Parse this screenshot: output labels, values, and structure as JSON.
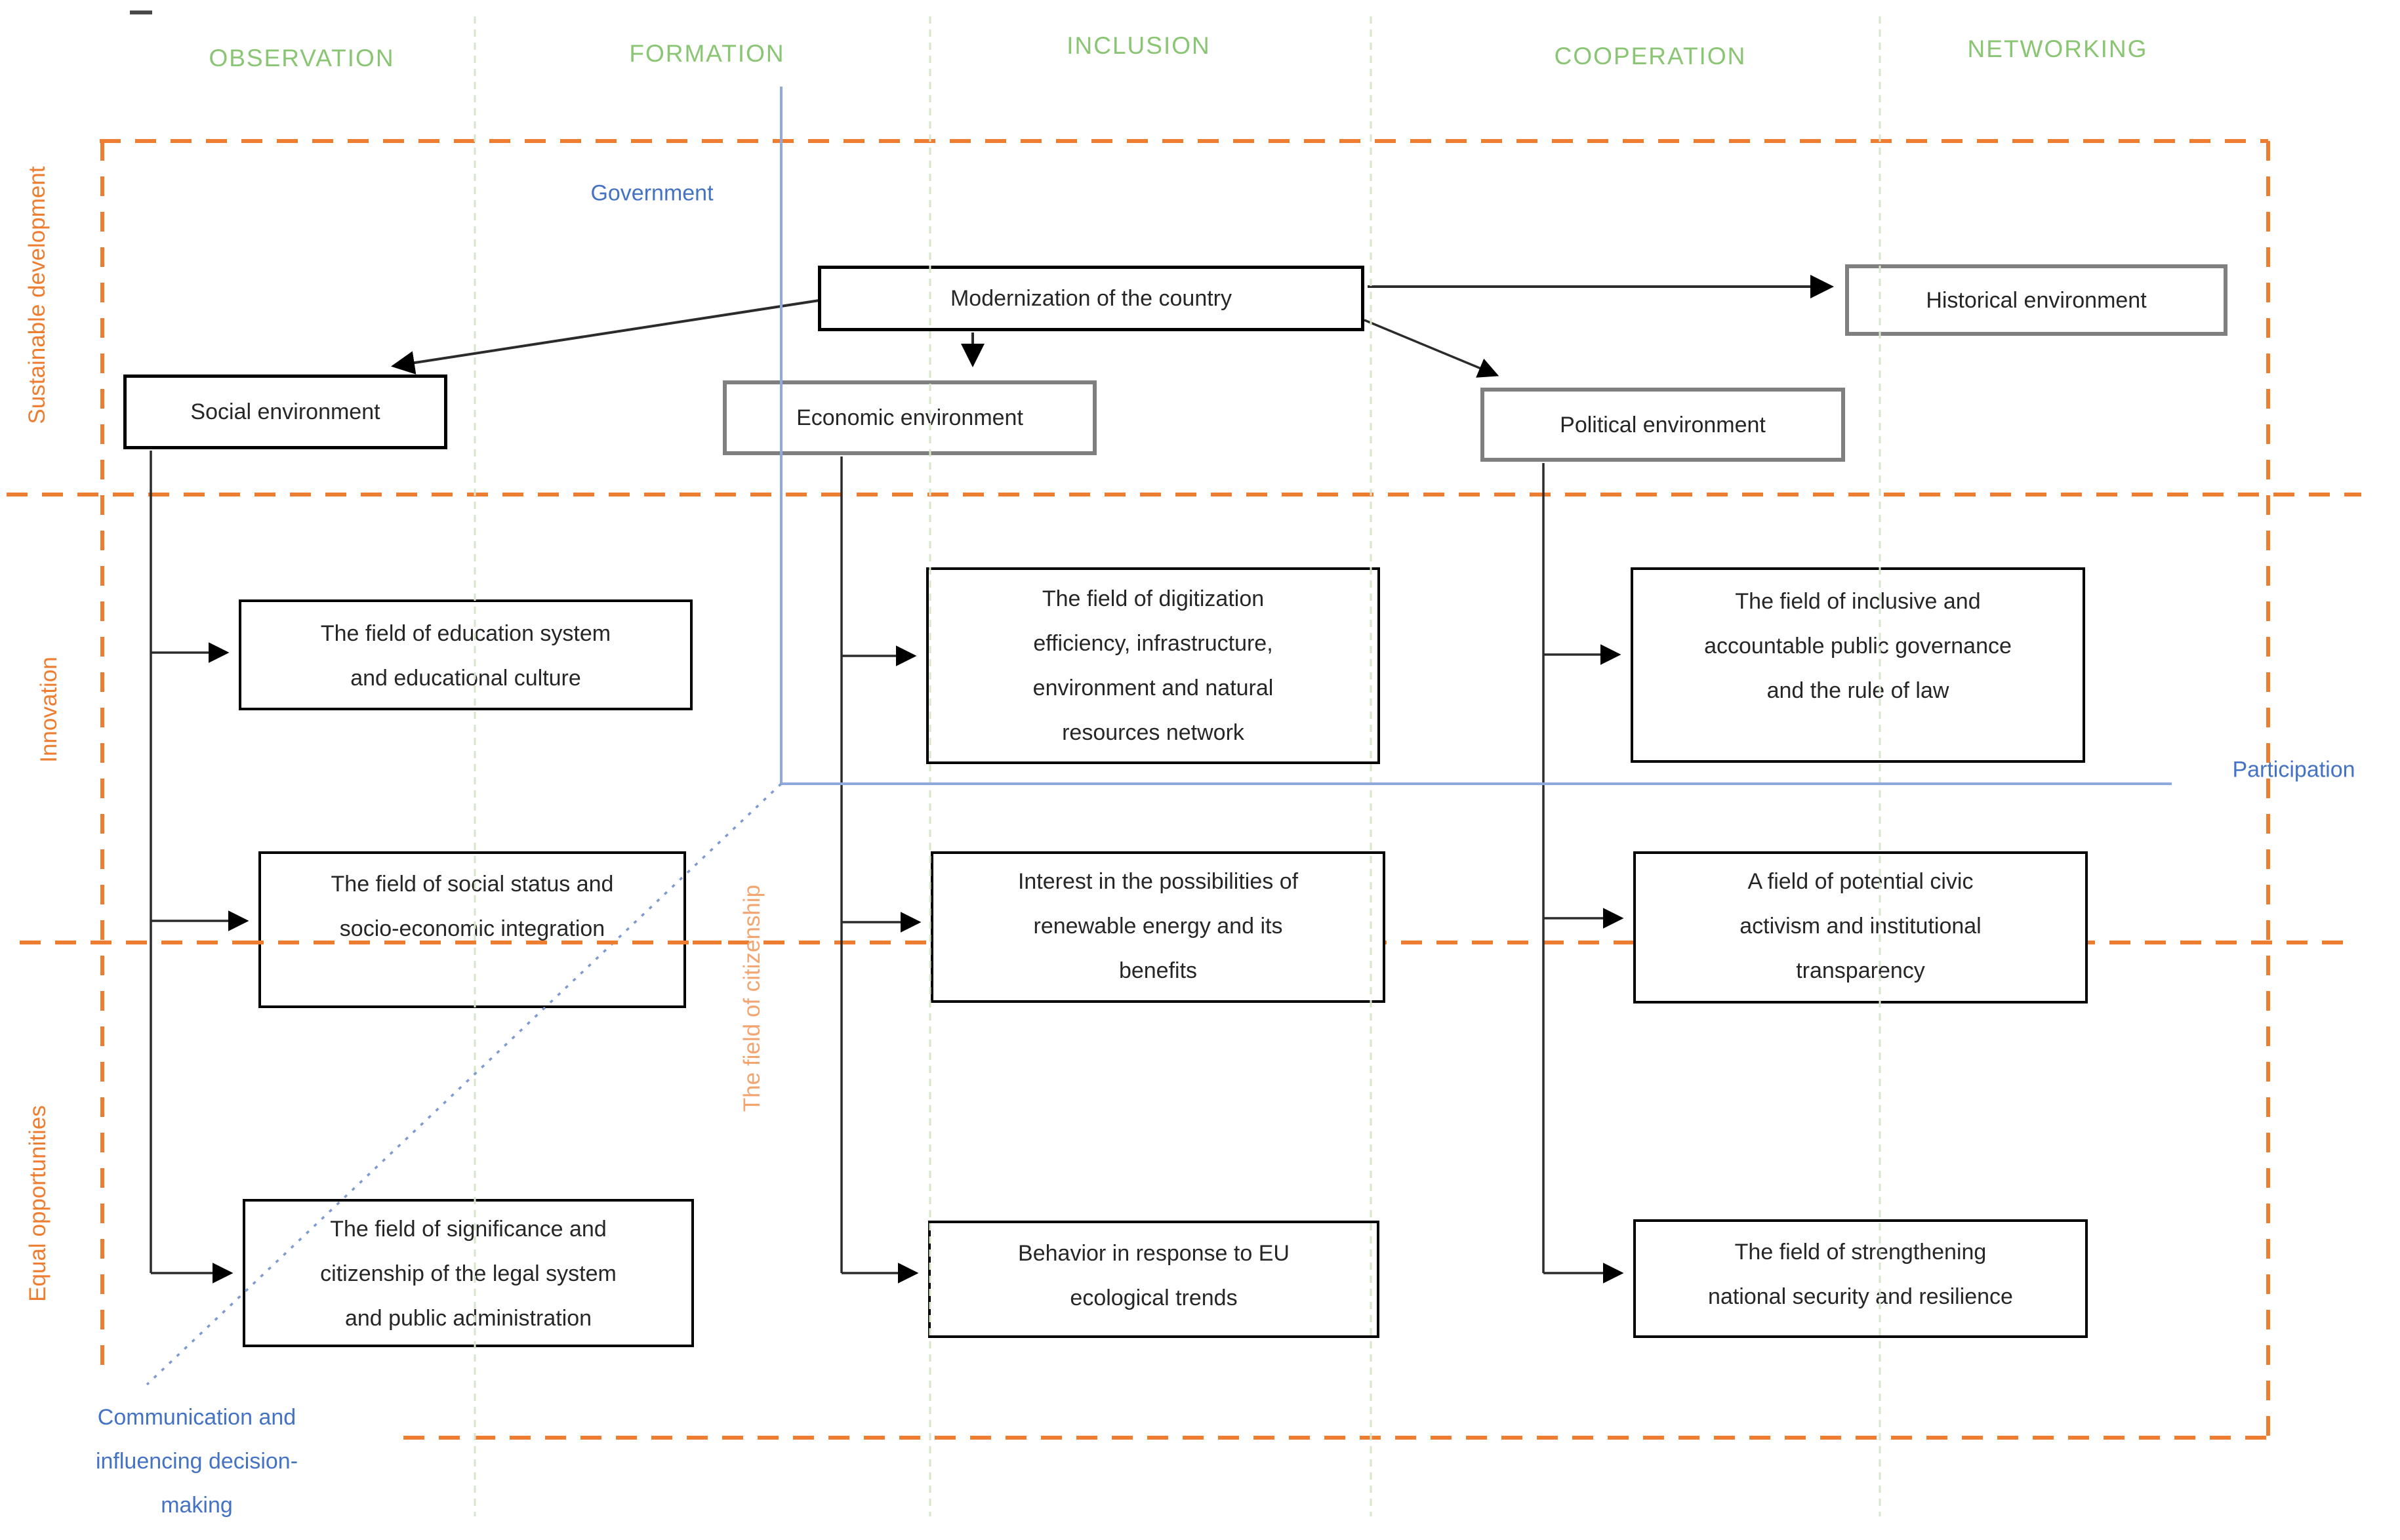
{
  "colors": {
    "green_label": "#89C573",
    "green_guide_line": "#D6E5CB",
    "orange_accent": "#ED7D31",
    "orange_light": "#F2A471",
    "blue_text": "#4472C4",
    "blue_line": "#8EA9DB",
    "gray_border": "#7F7F7F",
    "black_border": "#000000"
  },
  "top_labels": [
    {
      "label": "OBSERVATION"
    },
    {
      "label": "FORMATION"
    },
    {
      "label": "INCLUSION"
    },
    {
      "label": "COOPERATION"
    },
    {
      "label": "NETWORKING"
    }
  ],
  "side_labels": [
    {
      "label": "Sustainable development"
    },
    {
      "label": "Innovation"
    },
    {
      "label": "Equal opportunities"
    }
  ],
  "axis_labels": {
    "government": "Government",
    "participation": "Participation",
    "citizenship": "The field of citizenship",
    "communication": "Communication and\ninfluencing decision-\nmaking"
  },
  "nodes": {
    "modernization": "Modernization of the country",
    "historical": "Historical environment",
    "social": "Social environment",
    "economic": "Economic environment",
    "political": "Political environment"
  },
  "fields": {
    "social": [
      "The field of education system\nand educational culture",
      "The field of social status and\nsocio-economic integration",
      "The field of significance and\ncitizenship of the legal system\nand public administration"
    ],
    "economic": [
      "The field of digitization\nefficiency, infrastructure,\nenvironment and natural\nresources network",
      "Interest in the possibilities of\nrenewable energy and its\nbenefits",
      "Behavior in response to EU\necological trends"
    ],
    "political": [
      "The field of inclusive and\naccountable public governance\nand the rule of law",
      "A field of potential civic\nactivism and institutional\ntransparency",
      "The field of strengthening\nnational security and resilience"
    ]
  }
}
